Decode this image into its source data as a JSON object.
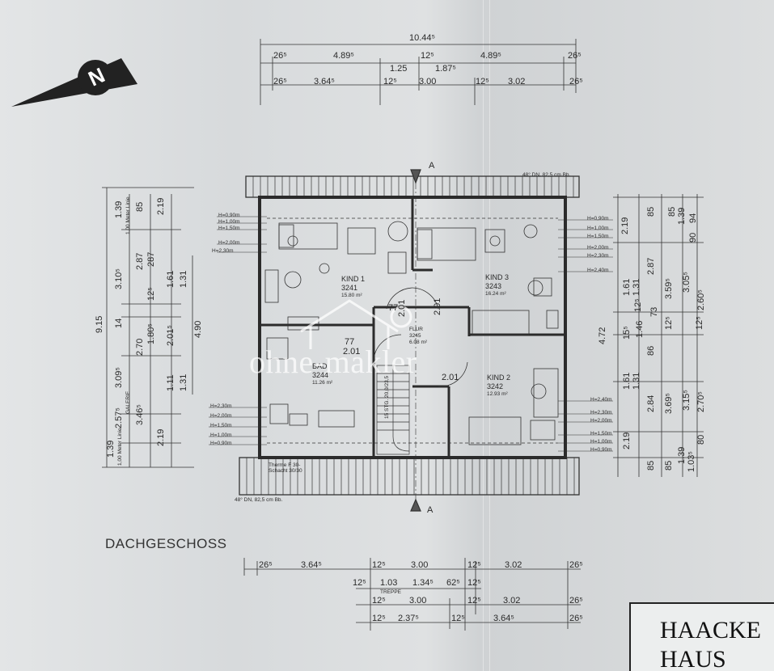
{
  "drawing": {
    "floor_title": "DACHGESCHOSS",
    "company_line1": "HAACKE",
    "company_line2": "HAUS",
    "watermark": "ohne-makler",
    "compass_letter": "N",
    "roof_note_top": "48° DN, 82,5 cm Bb.",
    "roof_note_bottom": "48° DN, 82,5 cm Bb.",
    "section_marker": "A",
    "flue_note": "Therme F 30- Schacht 30/30"
  },
  "rooms": {
    "kind1": {
      "name": "KIND 1",
      "number": "3241",
      "area": "15.80 m²"
    },
    "kind3": {
      "name": "KIND 3",
      "number": "3243",
      "area": "16.24 m²"
    },
    "kind2": {
      "name": "KIND 2",
      "number": "3242",
      "area": "12.93 m²"
    },
    "bad": {
      "name": "BAD",
      "number": "3244",
      "area": "11.26 m²"
    },
    "flur": {
      "name": "FLUR",
      "number": "3245",
      "area": "6.08 m²"
    },
    "stair_steps": "15 STG. 20,0/23,5"
  },
  "dims_top": {
    "overall": "10.44⁵",
    "row1": [
      "26⁵",
      "4.89⁵",
      "1.25",
      "12⁵",
      "1.87⁵",
      "4.89⁵",
      "26⁵"
    ],
    "row2": [
      "26⁵",
      "3.64⁵",
      "12⁵",
      "3.00",
      "12⁵",
      "3.02",
      "26⁵"
    ]
  },
  "dims_bottom": {
    "row1": [
      "26⁵",
      "3.64⁵",
      "12⁵",
      "3.00",
      "12⁵",
      "3.02",
      "26⁵"
    ],
    "row2": [
      "12⁵",
      "1.03",
      "1.34⁵",
      "62⁵",
      "12⁵"
    ],
    "treppe": "TREPPE",
    "row3": [
      "12⁵",
      "3.00",
      "12⁵",
      "3.02",
      "26⁵"
    ],
    "row4": [
      "12⁵",
      "2.37⁵",
      "12⁵",
      "3.64⁵",
      "26⁵"
    ]
  },
  "dims_left": [
    "1.39",
    "85",
    "2.19",
    "2.87",
    "287",
    "3.10⁵",
    "12⁵",
    "1.61",
    "1.31",
    "9.15",
    "14",
    "2.70",
    "1.80⁵",
    "2.01⁵",
    "4.90",
    "3.09⁵",
    "1.11",
    "1.31",
    "2.57⁵",
    "3.46⁵",
    "2.19",
    "1.39"
  ],
  "dims_left_notes": [
    "1,00 Meter Linie",
    "GALERIE",
    "1,00 Meter Linie"
  ],
  "dims_right": [
    "85",
    "85",
    "1.39",
    "94",
    "90",
    "2.19",
    "2.87",
    "3.59⁵",
    "3.05⁵",
    "2.60⁵",
    "1.61",
    "1.31",
    "12⁵",
    "73",
    "15⁵",
    "1.46",
    "12⁵",
    "12⁵",
    "4.72",
    "86",
    "1.61",
    "1.31",
    "2.84",
    "3.69⁵",
    "3.15⁵",
    "2.70⁵",
    "2.19",
    "1.39",
    "80",
    "1.03⁵",
    "85",
    "85"
  ],
  "heights_left_top": [
    "H=0,90m",
    "H=1,00m",
    "H=1,50m",
    "H=2,00m",
    "H=2,30m"
  ],
  "heights_left_bottom": [
    "H=2,30m",
    "H=2,00m",
    "H=1,50m",
    "H=1,00m",
    "H=0,90m"
  ],
  "heights_right_top": [
    "H=0,90m",
    "H=1,00m",
    "H=1,50m",
    "H=2,00m",
    "H=2,30m",
    "H=2,40m"
  ],
  "heights_right_bottom": [
    "H=2,40m",
    "H=2,30m",
    "H=2,00m",
    "H=1,50m",
    "H=1,00m",
    "H=0,90m"
  ],
  "door_dims": [
    "77",
    "2.01",
    "77",
    "2.01",
    "2.01",
    "2.01"
  ],
  "colors": {
    "ink": "#2a2a2a",
    "paper": "#dcdfe0",
    "watermark": "#ffffff"
  }
}
